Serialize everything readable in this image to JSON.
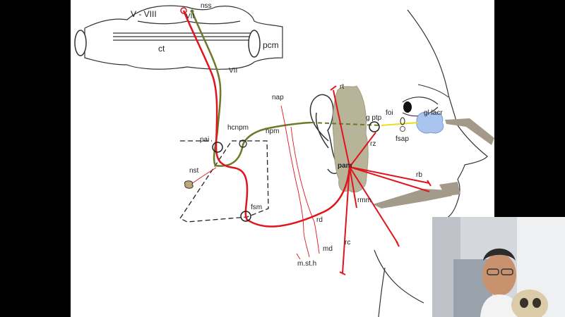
{
  "labels": {
    "v_viii": "V - VIII",
    "nss": "nss",
    "vii_nucleus": "VII",
    "vii_nerve": "VII",
    "ct": "ct",
    "pcm": "pcm",
    "nap": "nap",
    "rt": "rt",
    "pai": "pai",
    "hcnpm": "hcnpm",
    "npm": "npm",
    "g_ptp": "g ptp",
    "foi": "foi",
    "gl_lacr": "gl lacr",
    "fsap": "fsap",
    "rz": "rz",
    "nst": "nst",
    "pam": "pam",
    "rb": "rb",
    "fsm": "fsm",
    "rmm": "rmm",
    "rd": "rd",
    "rc": "rc",
    "md": "md",
    "m_st_h": "m.st.h"
  },
  "colors": {
    "motor_nerve": "#e0141c",
    "secretory_nerve": "#6b7a2a",
    "lacrimal_path": "#e6e020",
    "parotid": "#b8b49a",
    "lacrimal_gland": "#a9c4ee",
    "outline": "#333333"
  },
  "webcam": {
    "icon": "presenter-webcam-icon"
  }
}
